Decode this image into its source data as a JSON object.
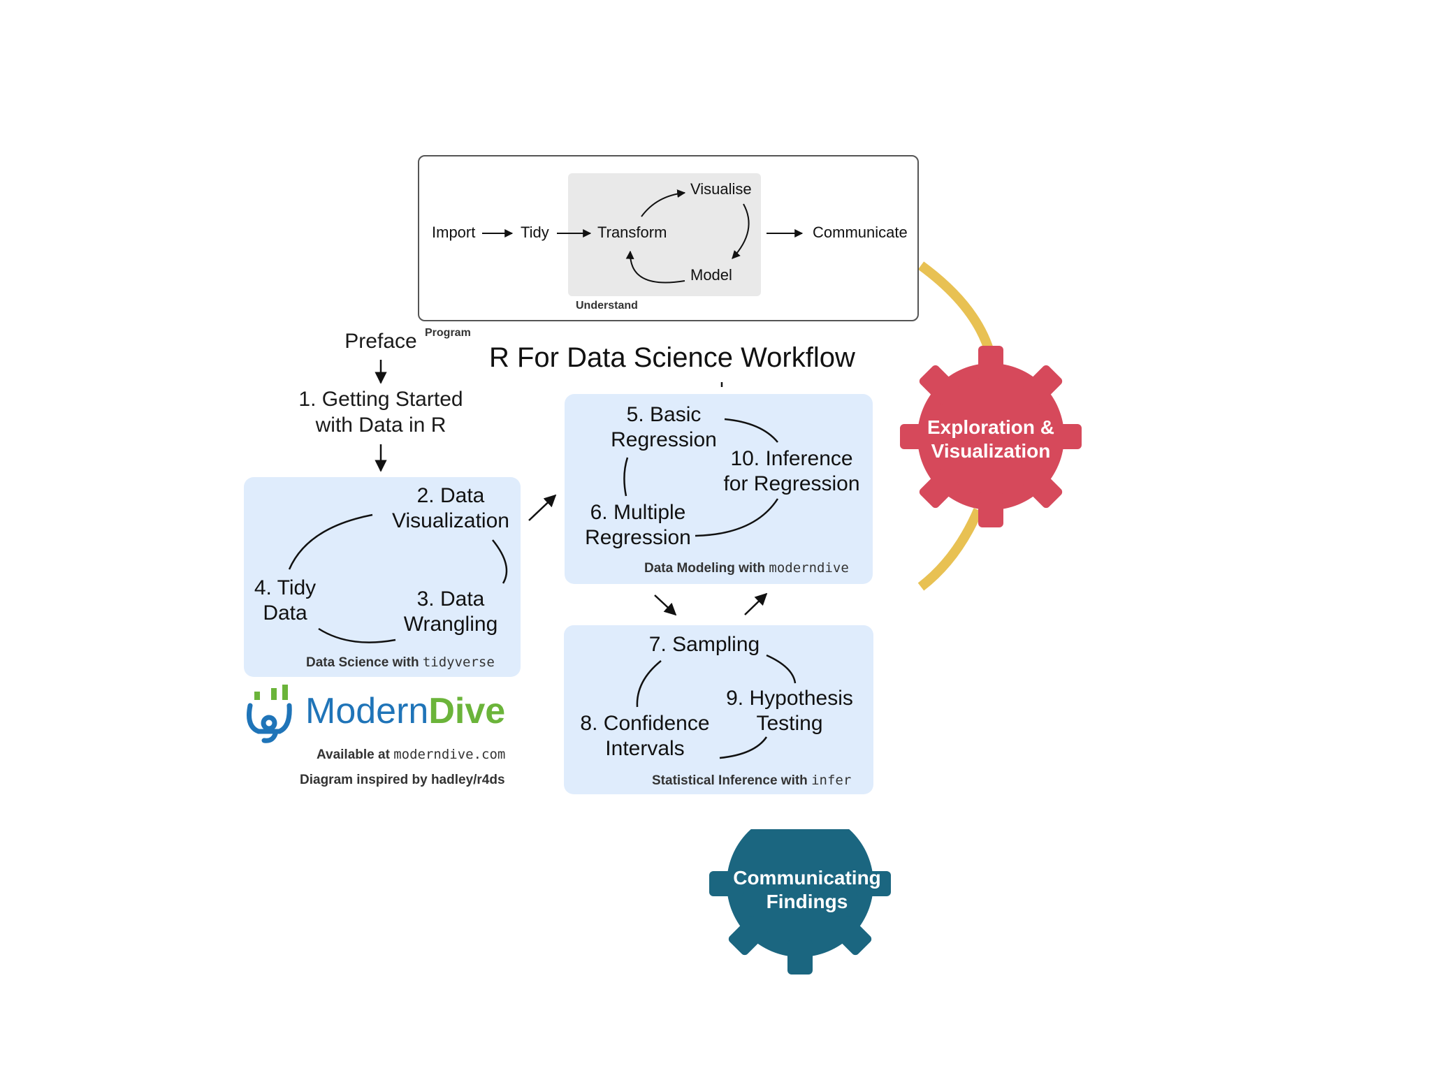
{
  "title": "R For Data Science Workflow",
  "r4ds": {
    "import": "Import",
    "tidy": "Tidy",
    "transform": "Transform",
    "visualise": "Visualise",
    "model": "Model",
    "communicate": "Communicate",
    "understand": "Understand",
    "program": "Program"
  },
  "flow": {
    "preface": "Preface",
    "getting_started_l1": "1. Getting Started",
    "getting_started_l2": "with Data in R"
  },
  "panel_tidyverse": {
    "item2_l1": "2. Data",
    "item2_l2": "Visualization",
    "item3_l1": "3. Data",
    "item3_l2": "Wrangling",
    "item4_l1": "4. Tidy",
    "item4_l2": "Data",
    "footer_text": "Data Science with ",
    "footer_code": "tidyverse"
  },
  "panel_moderndive": {
    "item5_l1": "5. Basic",
    "item5_l2": "Regression",
    "item10_l1": "10. Inference",
    "item10_l2": "for Regression",
    "item6_l1": "6. Multiple",
    "item6_l2": "Regression",
    "footer_text": "Data Modeling with ",
    "footer_code": "moderndive"
  },
  "panel_infer": {
    "item7": "7. Sampling",
    "item9_l1": "9. Hypothesis",
    "item9_l2": "Testing",
    "item8_l1": "8. Confidence",
    "item8_l2": "Intervals",
    "footer_text": "Statistical Inference with ",
    "footer_code": "infer"
  },
  "logo": {
    "brand_modern": "Modern",
    "brand_dive": "Dive",
    "available_text": "Available at ",
    "available_url": "moderndive.com",
    "inspired": "Diagram inspired by hadley/r4ds"
  },
  "gears": {
    "exploration_l1": "Exploration &",
    "exploration_l2": "Visualization",
    "communicating_l1": "Communicating",
    "communicating_l2": "Findings"
  },
  "colors": {
    "panel_bg": "#dfecfc",
    "gear_red": "#d6495b",
    "gear_teal": "#1b6680",
    "arc_yellow": "#e8c153",
    "brand_blue": "#1f74b8",
    "brand_green": "#6bb43a"
  }
}
